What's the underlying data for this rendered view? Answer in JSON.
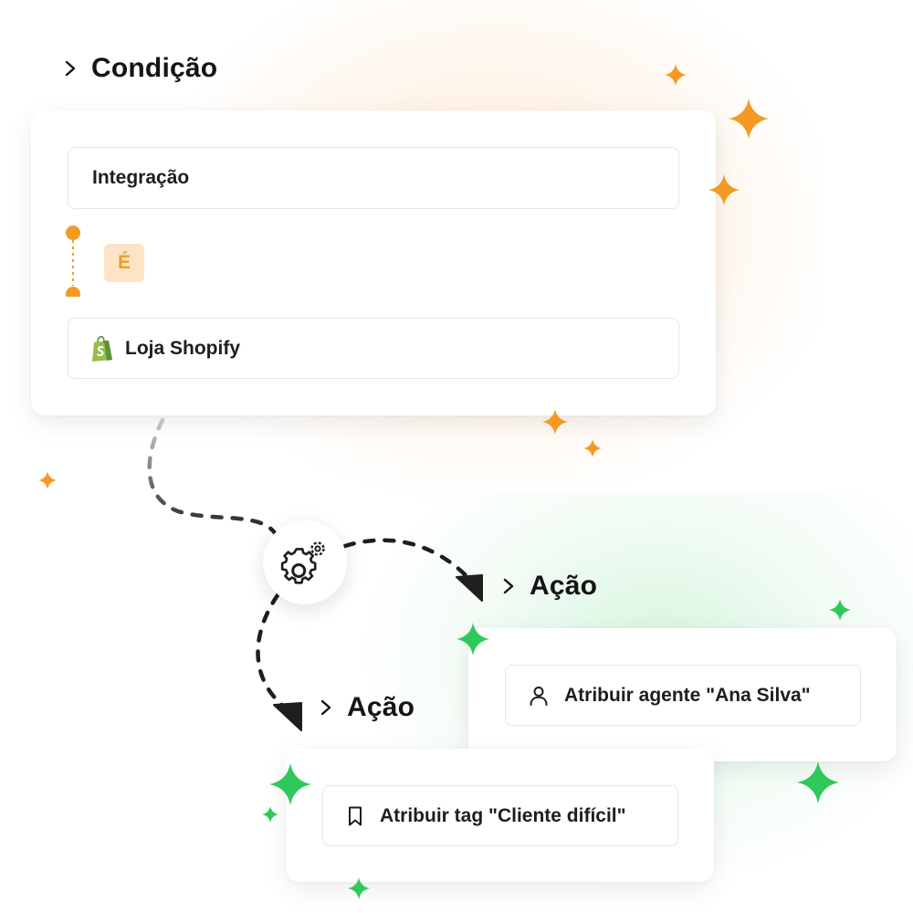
{
  "condition": {
    "heading": "Condição",
    "field_label": "Integração",
    "operator": "É",
    "value": "Loja Shopify",
    "value_icon": "shopify-bag-icon"
  },
  "actions": [
    {
      "heading": "Ação",
      "label": "Atribuir agente \"Ana Silva\"",
      "icon": "user-icon"
    },
    {
      "heading": "Ação",
      "label": "Atribuir tag \"Cliente difícil\"",
      "icon": "bookmark-icon"
    }
  ],
  "center_icon": "gears-icon",
  "colors": {
    "accent_orange": "#f49a24",
    "accent_green": "#2ec95a",
    "pill_bg": "#fde4c6",
    "shopify_green": "#95bf47"
  }
}
